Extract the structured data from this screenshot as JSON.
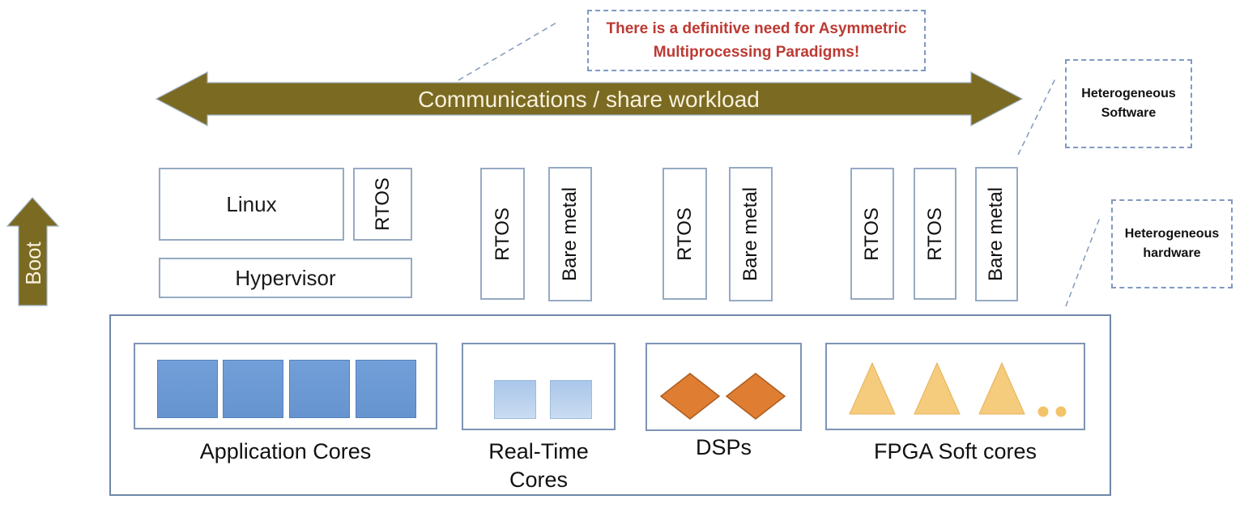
{
  "callout": {
    "text": "There is a definitive need for Asymmetric\nMultiprocessing Paradigms!"
  },
  "comm_arrow": {
    "label": "Communications / share workload"
  },
  "boot_arrow": {
    "label": "Boot"
  },
  "os_layer": {
    "cluster1": {
      "linux": "Linux",
      "rtos": "RTOS",
      "hypervisor": "Hypervisor"
    },
    "cluster2": [
      "RTOS",
      "Bare metal"
    ],
    "cluster3": [
      "RTOS",
      "Bare metal"
    ],
    "cluster4": [
      "RTOS",
      "RTOS",
      "Bare metal"
    ]
  },
  "hardware_layer": {
    "application_cores": {
      "label": "Application Cores",
      "core_count": 4
    },
    "realtime_cores": {
      "label": "Real-Time\nCores",
      "core_count": 2
    },
    "dsps": {
      "label": "DSPs",
      "core_count": 2
    },
    "fpga": {
      "label": "FPGA Soft cores",
      "triangle_count": 3,
      "dot_count": 2
    }
  },
  "annotations": {
    "software": "Heterogeneous\nSoftware",
    "hardware": "Heterogeneous\nhardware"
  },
  "colors": {
    "arrow_olive": "#7b6a21",
    "arrow_text_cream": "#f7f1de",
    "callout_red": "#bc3a33",
    "app_core_blue": "#6e9bd4",
    "rt_core_blue": "#b5cdec",
    "dsp_orange": "#df7e33",
    "fpga_yellow": "#f5cb7d",
    "box_border": "#96aac3",
    "dashed_border": "#8099c2"
  }
}
